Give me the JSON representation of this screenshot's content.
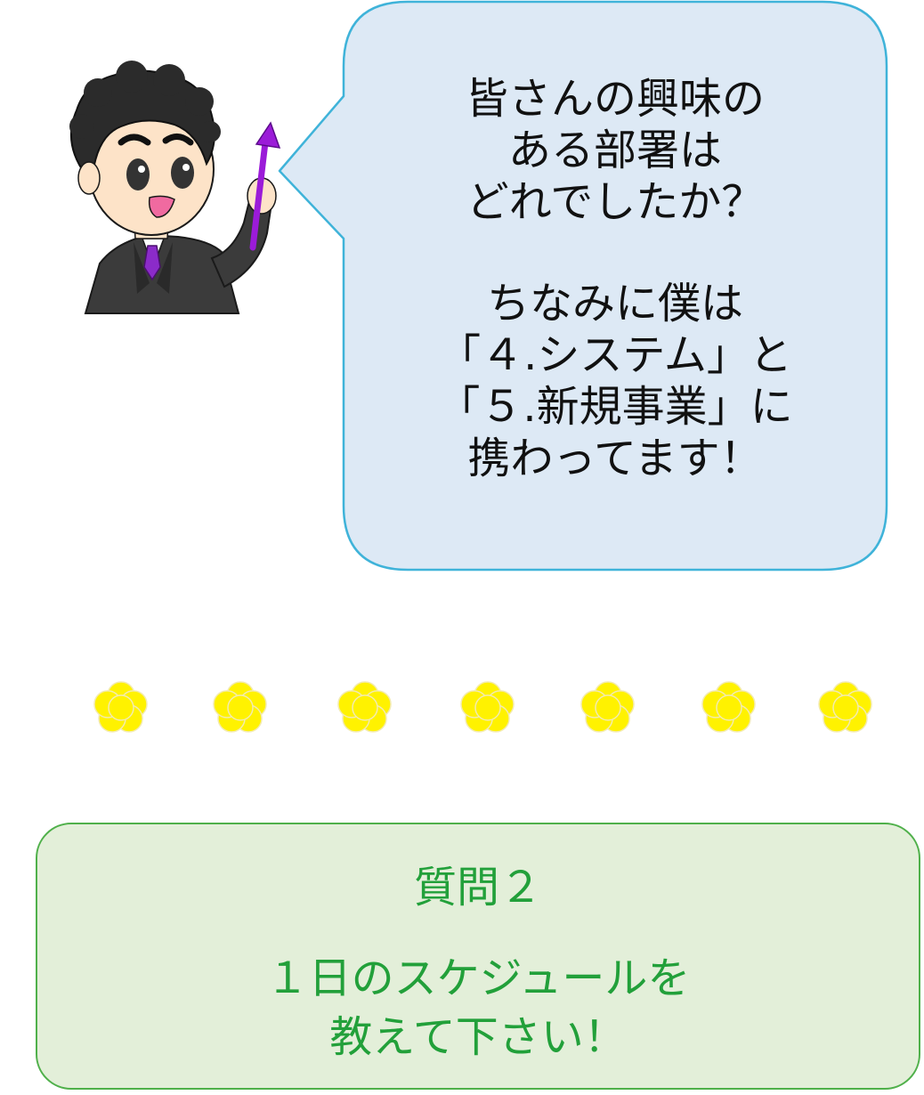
{
  "speech_bubble": {
    "lines": [
      "皆さんの興味の",
      "ある部署は",
      "どれでしたか？",
      "ちなみに僕は",
      "「４.システム」と",
      "「５.新規事業」に",
      "携わってます！"
    ],
    "fill_color": "#dde9f5",
    "border_color": "#3fb3d9"
  },
  "character": {
    "icon": "businessman-pointing-icon",
    "pointer_color": "#9b1bd8"
  },
  "divider": {
    "icon": "yellow-flower-icon",
    "count": 7,
    "color": "#fff200"
  },
  "question_box": {
    "title": "質問２",
    "lines": [
      "１日のスケジュールを",
      "教えて下さい！"
    ],
    "fill_color": "#e3efd9",
    "text_color": "#22a03a"
  }
}
